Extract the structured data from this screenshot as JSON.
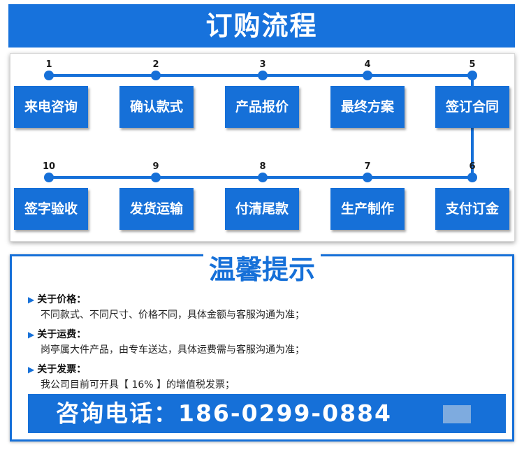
{
  "header": {
    "title": "订购流程"
  },
  "steps_row1": [
    {
      "num": "1",
      "label": "来电咨询"
    },
    {
      "num": "2",
      "label": "确认款式"
    },
    {
      "num": "3",
      "label": "产品报价"
    },
    {
      "num": "4",
      "label": "最终方案"
    },
    {
      "num": "5",
      "label": "签订合同"
    }
  ],
  "steps_row2": [
    {
      "num": "10",
      "label": "签字验收"
    },
    {
      "num": "9",
      "label": "发货运输"
    },
    {
      "num": "8",
      "label": "付清尾款"
    },
    {
      "num": "7",
      "label": "生产制作"
    },
    {
      "num": "6",
      "label": "支付订金"
    }
  ],
  "tips": {
    "title": "温馨提示",
    "items": [
      {
        "head": "关于价格：",
        "body": "不同款式、不同尺寸、价格不同，具体金额与客服沟通为准；"
      },
      {
        "head": "关于运费：",
        "body": "岗亭属大件产品，由专车送达，具体运费需与客服沟通为准；"
      },
      {
        "head": "关于发票：",
        "body": "我公司目前可开具【 16% 】的增值税发票；"
      }
    ]
  },
  "phone": {
    "text": "咨询电话：186-0299-0884"
  },
  "colors": {
    "brand_blue": "#1670d8"
  }
}
